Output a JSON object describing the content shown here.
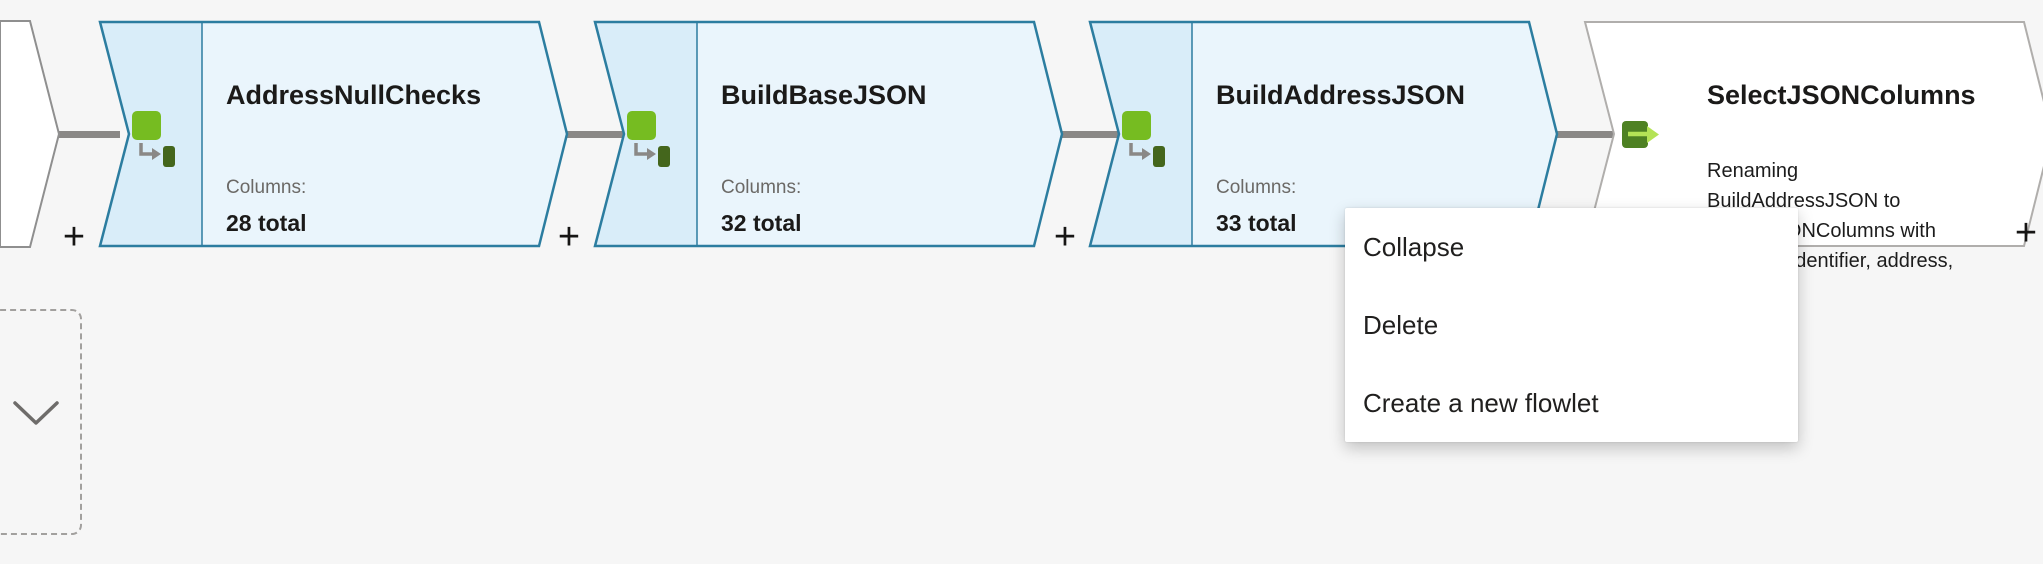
{
  "canvas": {
    "background_color": "#f6f6f6",
    "connector_color": "#8a8886",
    "node_border_color": "#2c7da0",
    "node_icon_bg": "#d9edf9",
    "node_body_bg": "#eaf5fc",
    "white_node_border": "#b0aeac"
  },
  "add_button_label": "+",
  "nodes": [
    {
      "title": "AddressNullChecks",
      "columns_label": "Columns:",
      "columns_value": "28 total",
      "icon": "derived-column-icon"
    },
    {
      "title": "BuildBaseJSON",
      "columns_label": "Columns:",
      "columns_value": "32 total",
      "icon": "derived-column-icon"
    },
    {
      "title": "BuildAddressJSON",
      "columns_label": "Columns:",
      "columns_value": "33 total",
      "icon": "derived-column-icon"
    },
    {
      "title": "SelectJSONColumns",
      "icon": "select-icon",
      "description_lines": [
        "Renaming",
        "BuildAddressJSON to",
        "SelectJSONColumns with",
        "columns 'identifier, address,"
      ]
    }
  ],
  "context_menu": {
    "items": [
      {
        "label": "Collapse"
      },
      {
        "label": "Delete"
      },
      {
        "label": "Create a new flowlet"
      }
    ]
  }
}
